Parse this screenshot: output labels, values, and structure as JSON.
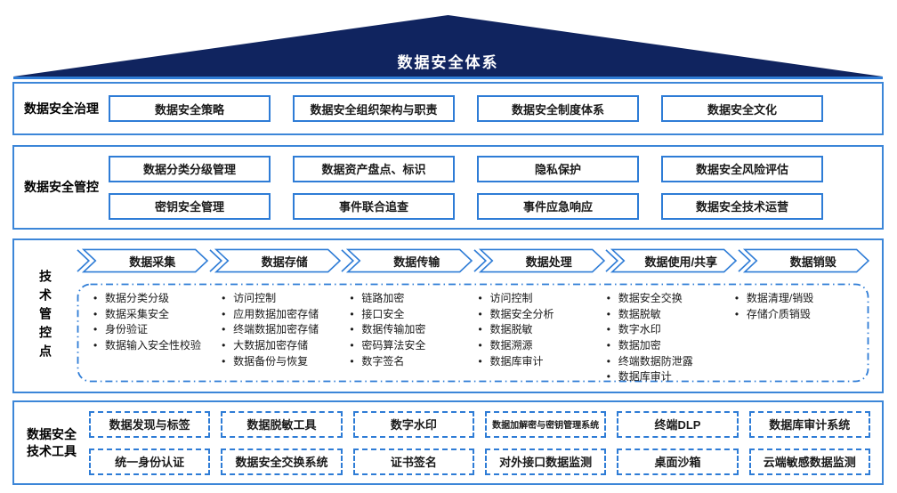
{
  "title": "数据安全体系",
  "colors": {
    "roof_navy": "#10245f",
    "section_border_blue": "#3c86d8",
    "box_border_blue": "#2e7cd6",
    "title_text": "#ffffff"
  },
  "sections": {
    "governance": {
      "label": "数据安全治理",
      "boxes": [
        "数据安全策略",
        "数据安全组织架构与职责",
        "数据安全制度体系",
        "数据安全文化"
      ]
    },
    "management": {
      "label": "数据安全管控",
      "rows": [
        [
          "数据分类分级管理",
          "数据资产盘点、标识",
          "隐私保护",
          "数据安全风险评估"
        ],
        [
          "密钥安全管理",
          "事件联合追查",
          "事件应急响应",
          "数据安全技术运营"
        ]
      ]
    },
    "technical": {
      "label": "技术管控点",
      "stages": [
        {
          "name": "数据采集",
          "items": [
            "数据分类分级",
            "数据采集安全",
            "身份验证",
            "数据输入安全性校验"
          ]
        },
        {
          "name": "数据存储",
          "items": [
            "访问控制",
            "应用数据加密存储",
            "终端数据加密存储",
            "大数据加密存储",
            "数据备份与恢复"
          ]
        },
        {
          "name": "数据传输",
          "items": [
            "链路加密",
            "接口安全",
            "数据传输加密",
            "密码算法安全",
            "数字签名"
          ]
        },
        {
          "name": "数据处理",
          "items": [
            "访问控制",
            "数据安全分析",
            "数据脱敏",
            "数据溯源",
            "数据库审计"
          ]
        },
        {
          "name": "数据使用/共享",
          "items": [
            "数据安全交换",
            "数据脱敏",
            "数字水印",
            "数据加密",
            "终端数据防泄露",
            "数据库审计"
          ]
        },
        {
          "name": "数据销毁",
          "items": [
            "数据清理/销毁",
            "存储介质销毁"
          ]
        }
      ]
    },
    "tools": {
      "label_line1": "数据安全",
      "label_line2": "技术工具",
      "rows": [
        [
          "数据发现与标签",
          "数据脱敏工具",
          "数字水印",
          "数据加解密与密钥管理系统",
          "终端DLP",
          "数据库审计系统"
        ],
        [
          "统一身份认证",
          "数据安全交换系统",
          "证书签名",
          "对外接口数据监测",
          "桌面沙箱",
          "云端敏感数据监测"
        ]
      ]
    }
  }
}
